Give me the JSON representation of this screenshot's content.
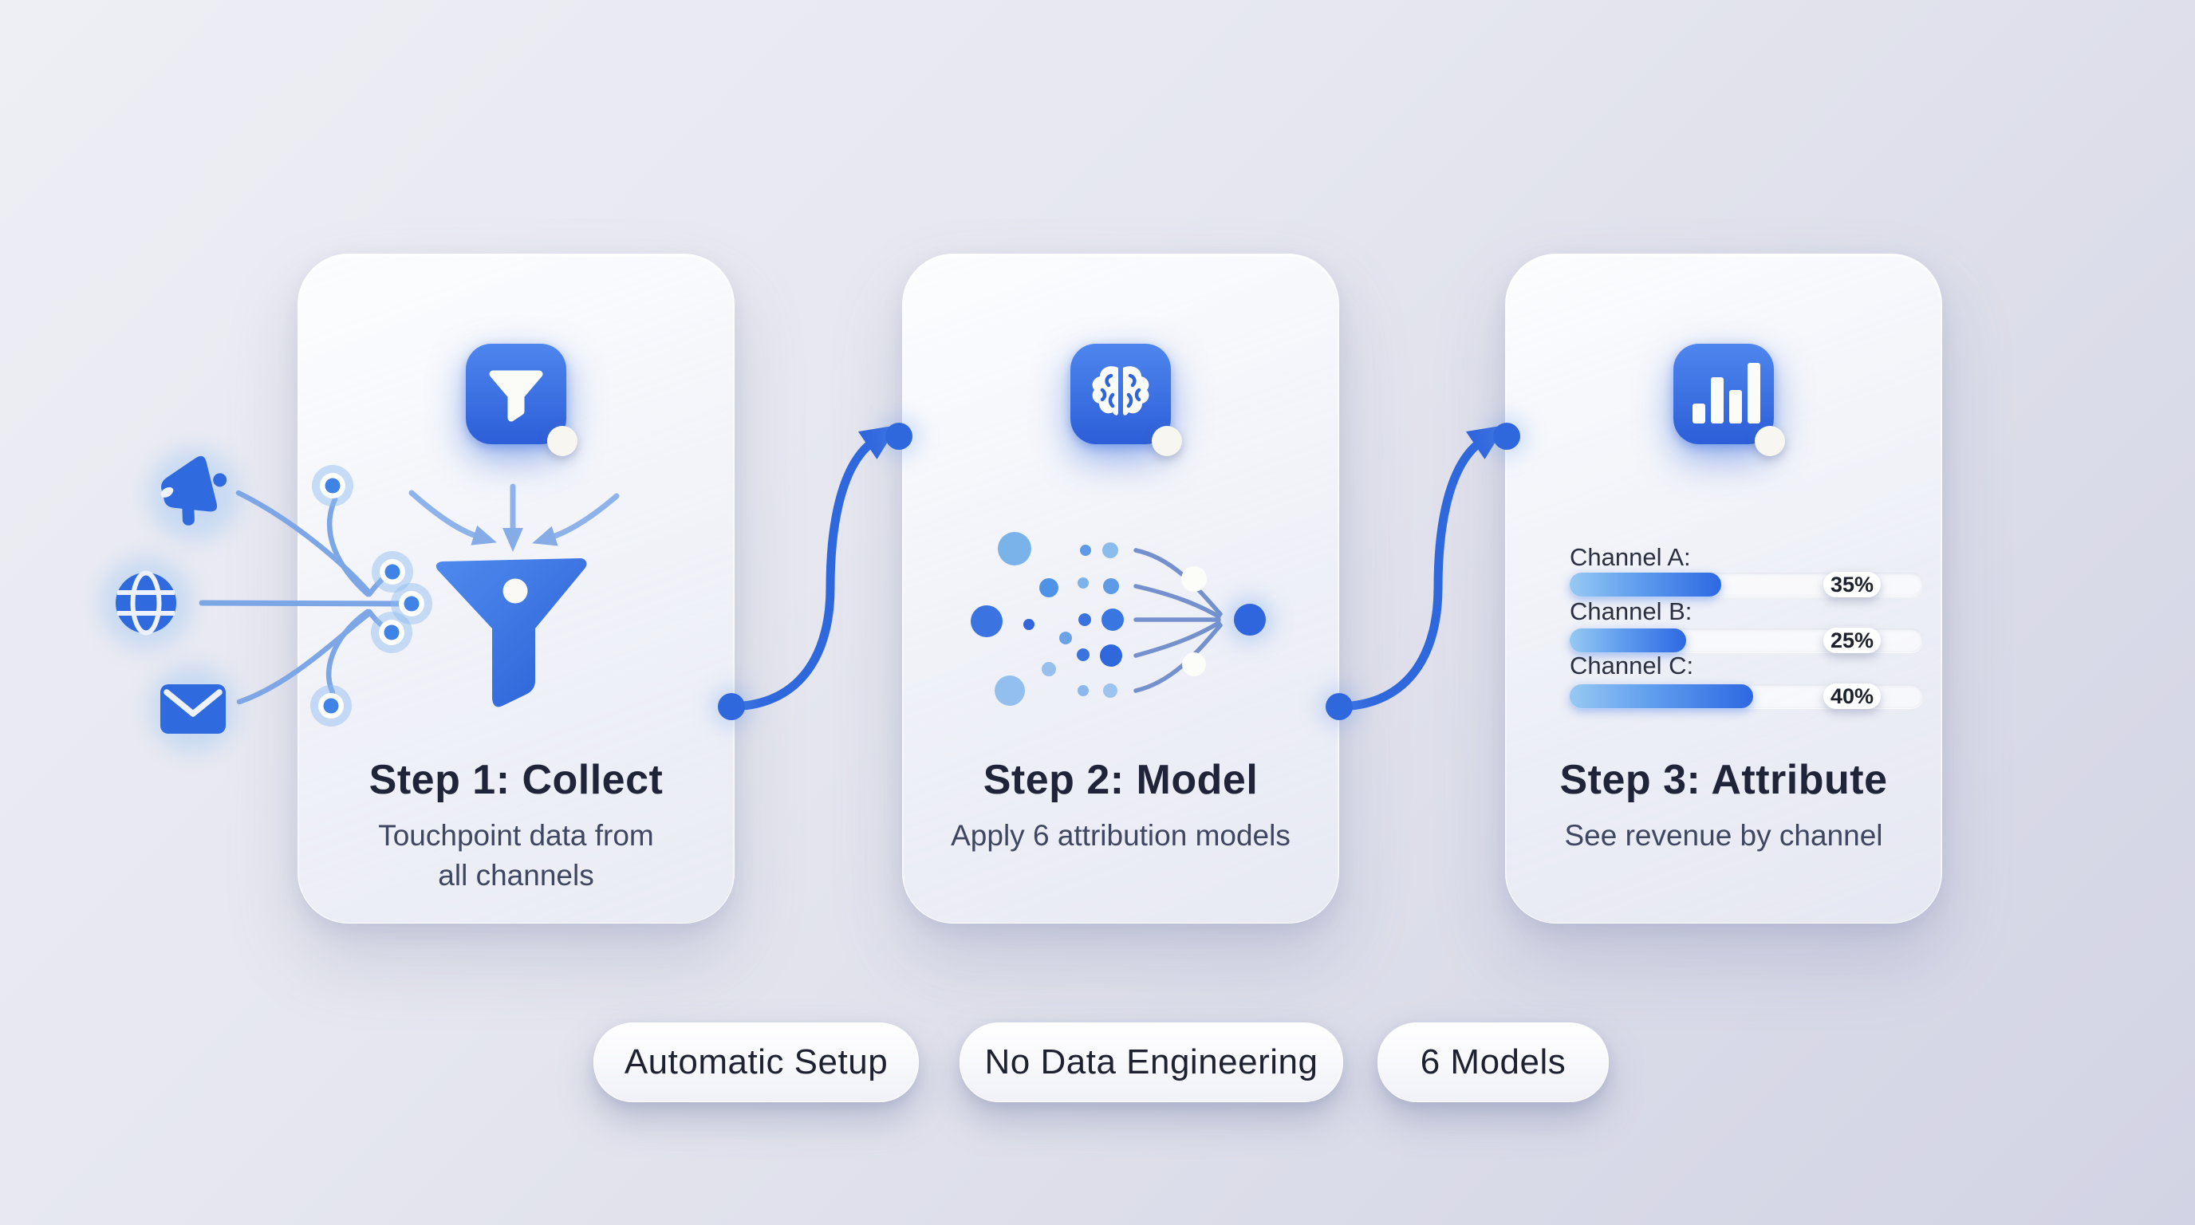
{
  "colors": {
    "background_top": "#eeeef5",
    "background_bottom": "#d2d3e4",
    "primary_blue": "#2f6ade",
    "light_blue": "#8db3ea",
    "title_text": "#1f2438",
    "subtitle_text": "#3e4660",
    "badge_text": "#1d212c"
  },
  "cards": [
    {
      "icon": "funnel-icon",
      "title": "Step 1: Collect",
      "subtitle_line1": "Touchpoint data from",
      "subtitle_line2": "all channels"
    },
    {
      "icon": "brain-icon",
      "title": "Step 2: Model",
      "subtitle_line1": "Apply 6 attribution models",
      "subtitle_line2": ""
    },
    {
      "icon": "bar-chart-icon",
      "title": "Step 3: Attribute",
      "subtitle_line1": "See revenue by channel",
      "subtitle_line2": "",
      "channels": [
        {
          "label": "Channel A:",
          "percent": "35%",
          "bar_fill_pct": 43
        },
        {
          "label": "Channel B:",
          "percent": "25%",
          "bar_fill_pct": 33
        },
        {
          "label": "Channel C:",
          "percent": "40%",
          "bar_fill_pct": 52
        }
      ]
    }
  ],
  "pills": [
    {
      "label": "Automatic Setup"
    },
    {
      "label": "No Data Engineering"
    },
    {
      "label": "6 Models"
    }
  ],
  "source_channels": [
    {
      "icon": "megaphone-icon"
    },
    {
      "icon": "globe-icon"
    },
    {
      "icon": "envelope-icon"
    }
  ]
}
